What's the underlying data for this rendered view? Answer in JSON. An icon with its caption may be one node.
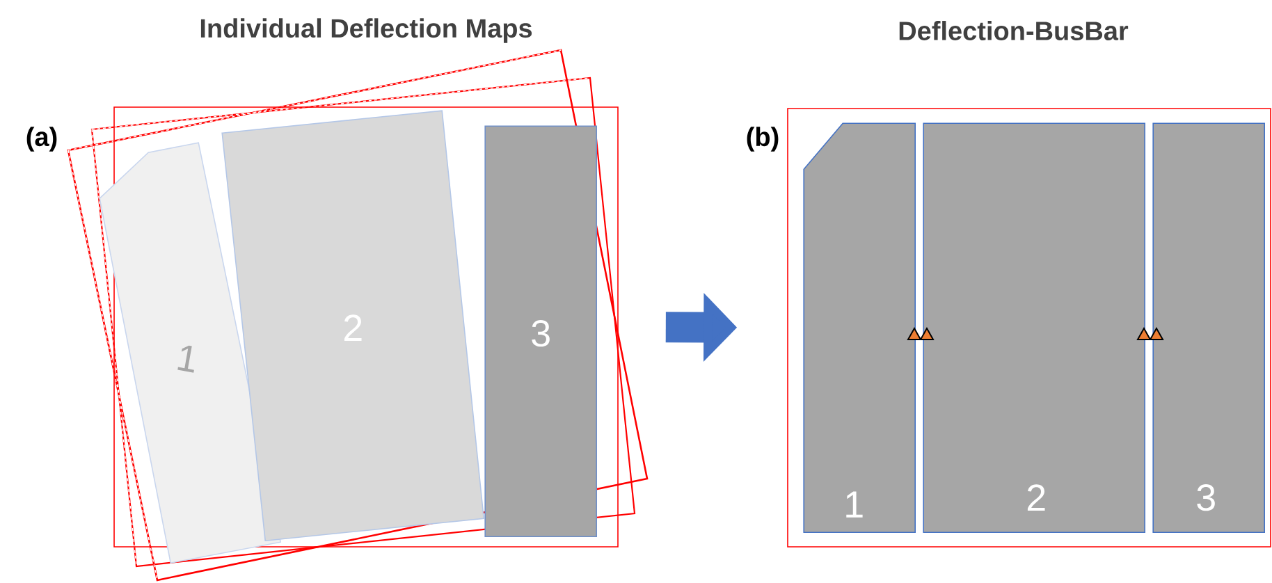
{
  "diagram": {
    "nodes": [
      {
        "text": [
          "Individual Deflection Maps",
          "(a)"
        ]
      },
      {
        "text": [
          "1"
        ],
        "in": 0
      },
      {
        "text": [
          "2"
        ],
        "in": 0
      },
      {
        "text": [
          "3"
        ],
        "in": 0
      },
      {
        "text": [
          "Deflection-BusBar",
          "(b)"
        ]
      },
      {
        "text": [
          "1"
        ],
        "in": 4
      },
      {
        "text": [
          "2"
        ],
        "in": 4
      },
      {
        "text": [
          "3"
        ],
        "in": 4
      }
    ],
    "edges": [
      {
        "from": 0,
        "to": 4,
        "arrow": "to"
      }
    ]
  }
}
